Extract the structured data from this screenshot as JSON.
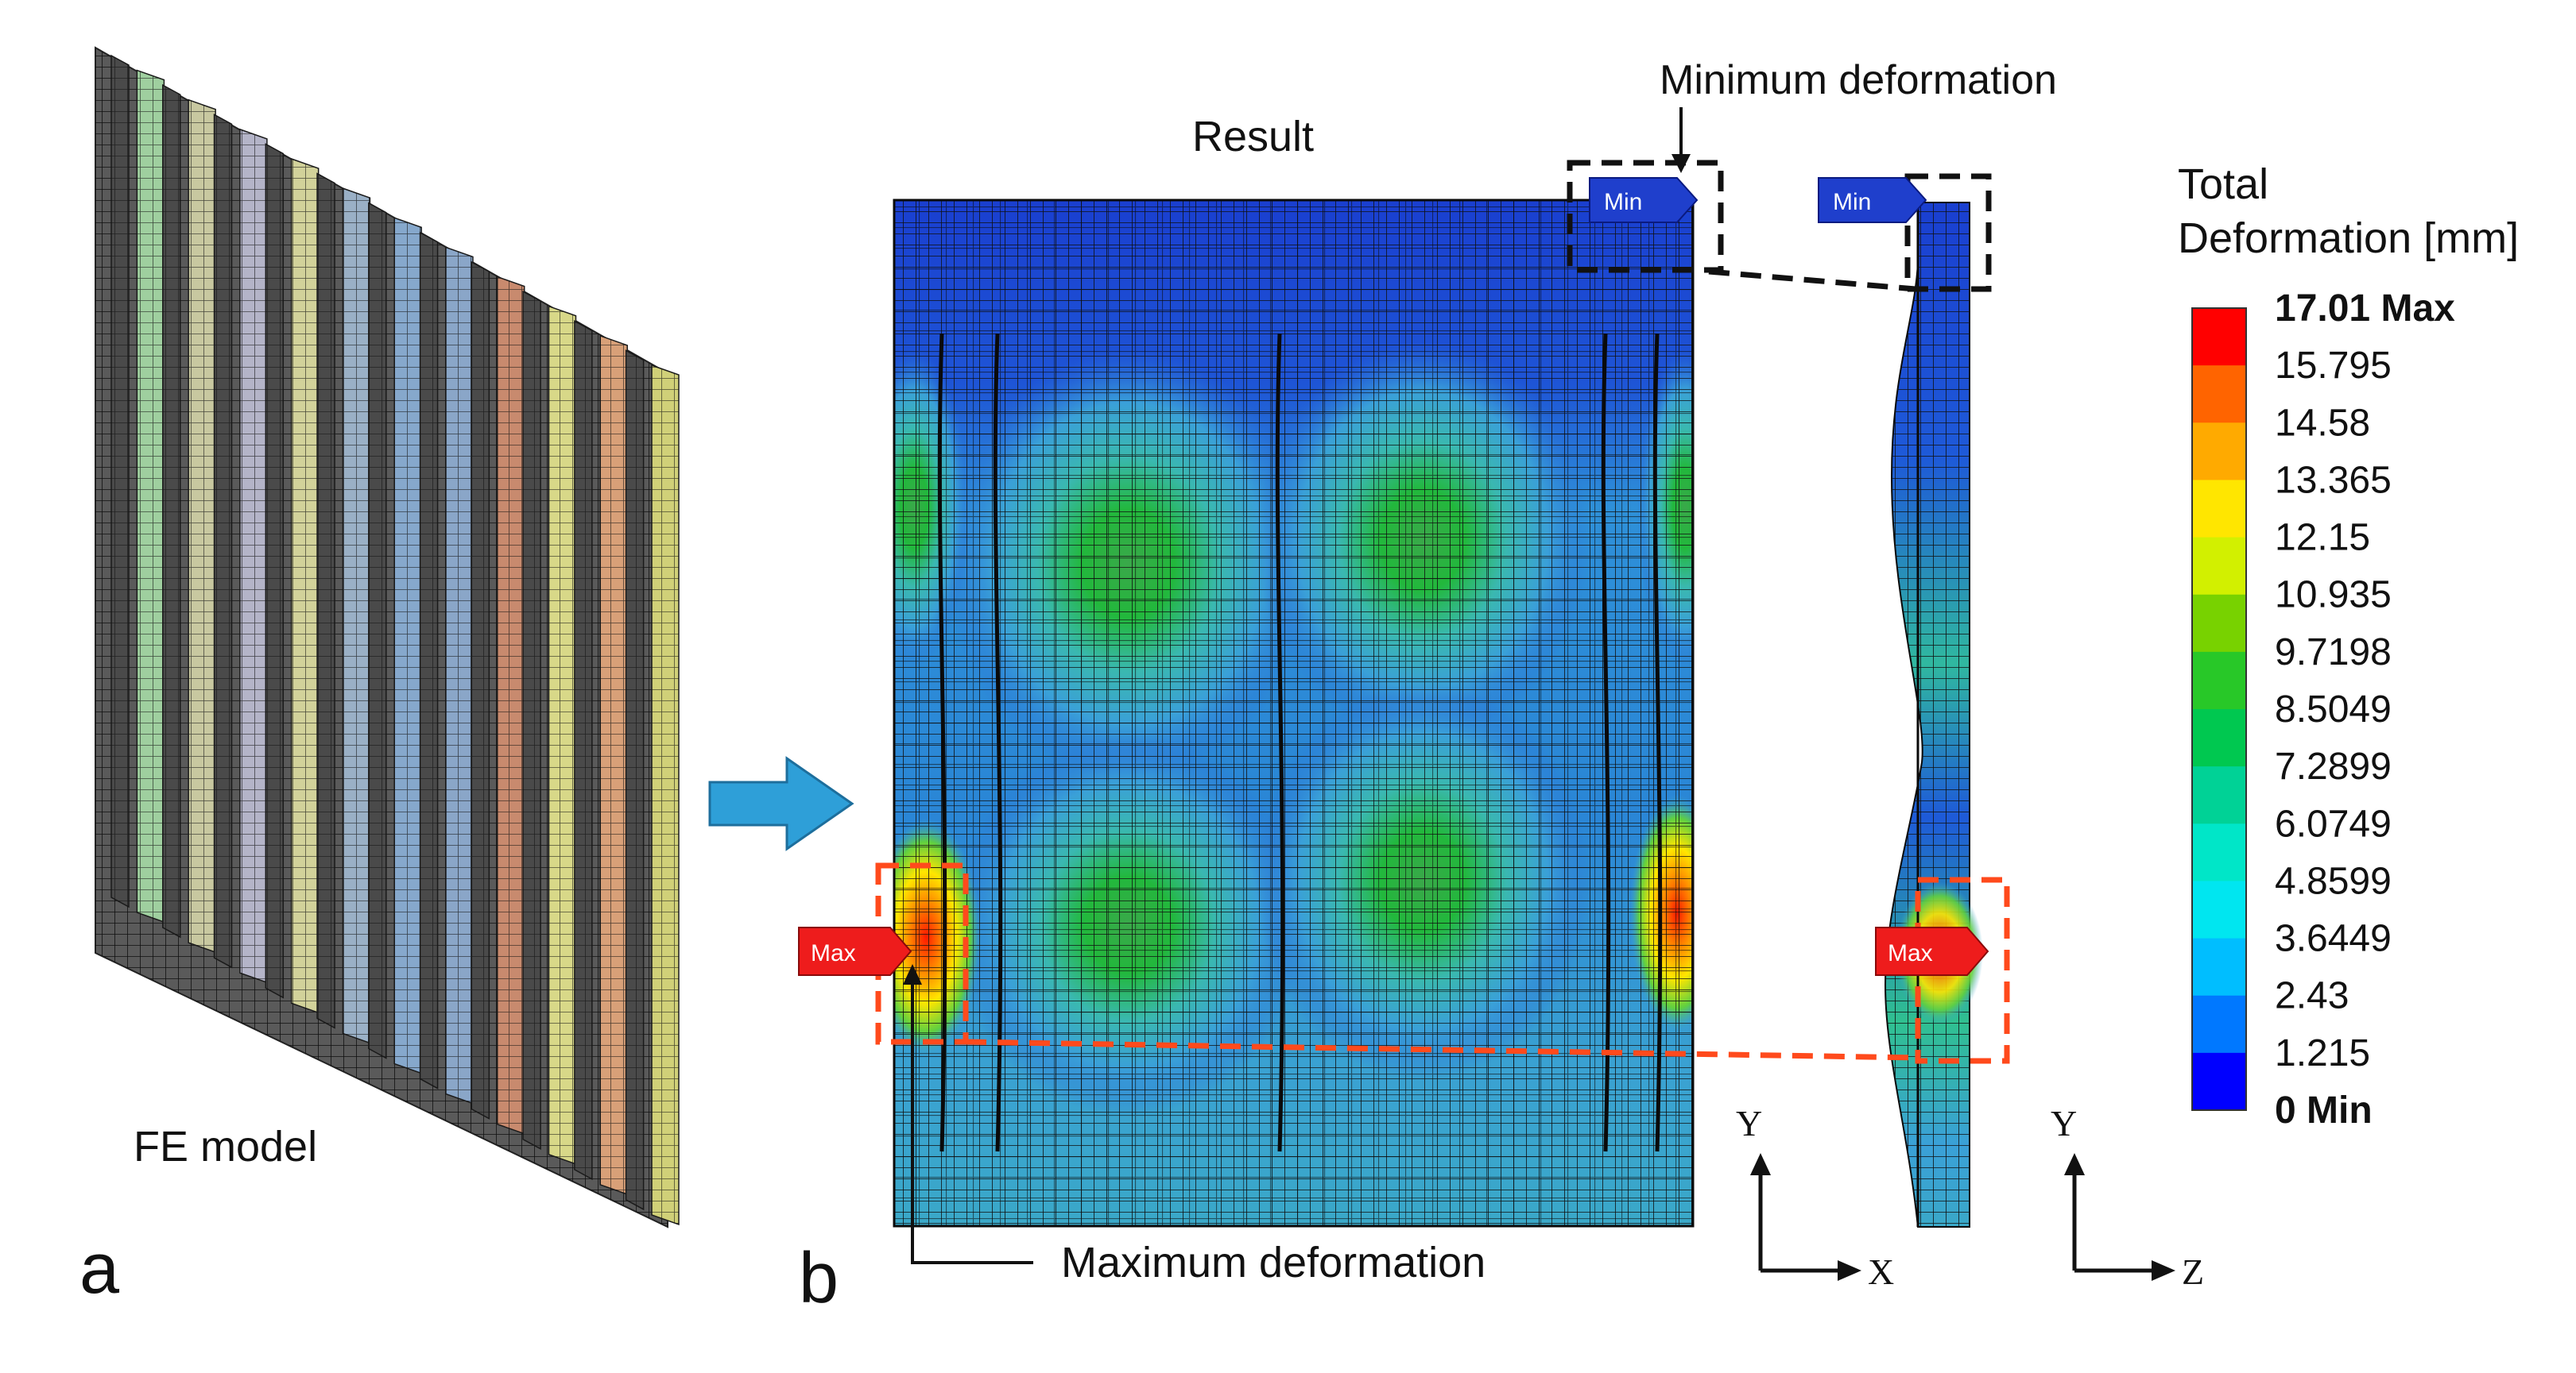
{
  "panel_a": {
    "label": "a",
    "caption": "FE model",
    "stiffener_colors": [
      "#9fcf9f",
      "#c8c8a0",
      "#b4b4c8",
      "#d2d29a",
      "#9ab0c6",
      "#86a8cc",
      "#8aa6c8",
      "#c88a6e",
      "#d8d888",
      "#d8a078",
      "#d0d078"
    ]
  },
  "panel_b": {
    "label": "b",
    "title": "Result",
    "annotations": {
      "minimum": "Minimum deformation",
      "maximum": "Maximum deformation"
    },
    "tags": {
      "min": "Min",
      "max": "Max"
    },
    "axes_front": {
      "vertical": "Y",
      "horizontal": "X"
    },
    "axes_side": {
      "vertical": "Y",
      "horizontal": "Z"
    },
    "colors": {
      "min_tag": "#1f3fcc",
      "max_tag": "#ee1c1c",
      "dashed_red": "#ff4a1c",
      "arrow": "#2e9fd8"
    }
  },
  "legend": {
    "title_line1": "Total",
    "title_line2": "Deformation [mm]",
    "unit": "mm",
    "max_value": 17.01,
    "min_value": 0,
    "labels": [
      "17.01 Max",
      "15.795",
      "14.58",
      "13.365",
      "12.15",
      "10.935",
      "9.7198",
      "8.5049",
      "7.2899",
      "6.0749",
      "4.8599",
      "3.6449",
      "2.43",
      "1.215",
      "0 Min"
    ],
    "colors": [
      "#ff0000",
      "#ff6400",
      "#ffaa00",
      "#ffe600",
      "#d2f000",
      "#78d200",
      "#28c828",
      "#00c850",
      "#00d296",
      "#00e6c8",
      "#00e6f0",
      "#00beff",
      "#0078ff",
      "#0000ff"
    ]
  }
}
